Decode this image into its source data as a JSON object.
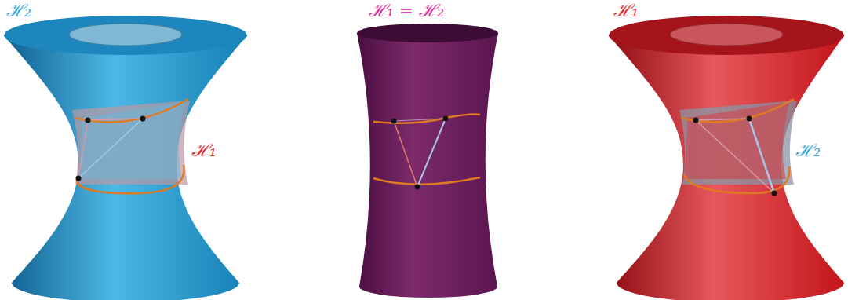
{
  "diagram": {
    "labels": [
      "ℋ₂",
      "ℋ₁",
      "ℋ₁ = ℋ₂",
      "ℋ₁",
      "ℋ₂"
    ]
  }
}
